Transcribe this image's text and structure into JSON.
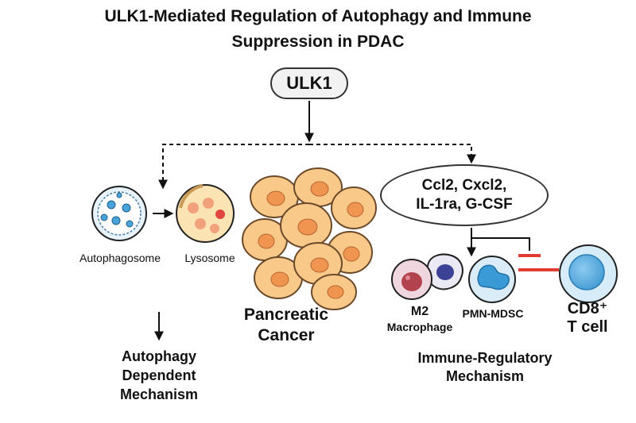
{
  "title": {
    "line1": "ULK1-Mediated Regulation of Autophagy and Immune",
    "line2": "Suppression in PDAC"
  },
  "center_node": {
    "label": "ULK1"
  },
  "autophagy": {
    "autophagosome_label": "Autophagosome",
    "lysosome_label": "Lysosome",
    "mechanism_line1": "Autophagy",
    "mechanism_line2": "Dependent",
    "mechanism_line3": "Mechanism"
  },
  "cancer": {
    "label_line1": "Pancreatic",
    "label_line2": "Cancer"
  },
  "cytokines": {
    "line1": "Ccl2, Cxcl2,",
    "line2": "IL-1ra, G-CSF"
  },
  "immune": {
    "m2_line1": "M2",
    "m2_line2": "Macrophage",
    "mdsc_label": "PMN-MDSC",
    "tcell_line1": "CD8⁺",
    "tcell_line2": "T cell",
    "mechanism_line1": "Immune-Regulatory",
    "mechanism_line2": "Mechanism"
  },
  "colors": {
    "cell_fill": "#f9c98a",
    "cell_stroke": "#6b4a2a",
    "nucleus": "#ef9550",
    "inhibition": "#e03c31",
    "vesicle_blue": "#4aa3d8",
    "tcell_blue": "#5fb3e6"
  },
  "icons": [
    "autophagosome-icon",
    "lysosome-icon",
    "cancer-cell-cluster-icon",
    "m2-macrophage-icon",
    "pmn-mdsc-icon",
    "cd8-t-cell-icon",
    "inhibition-icon"
  ]
}
